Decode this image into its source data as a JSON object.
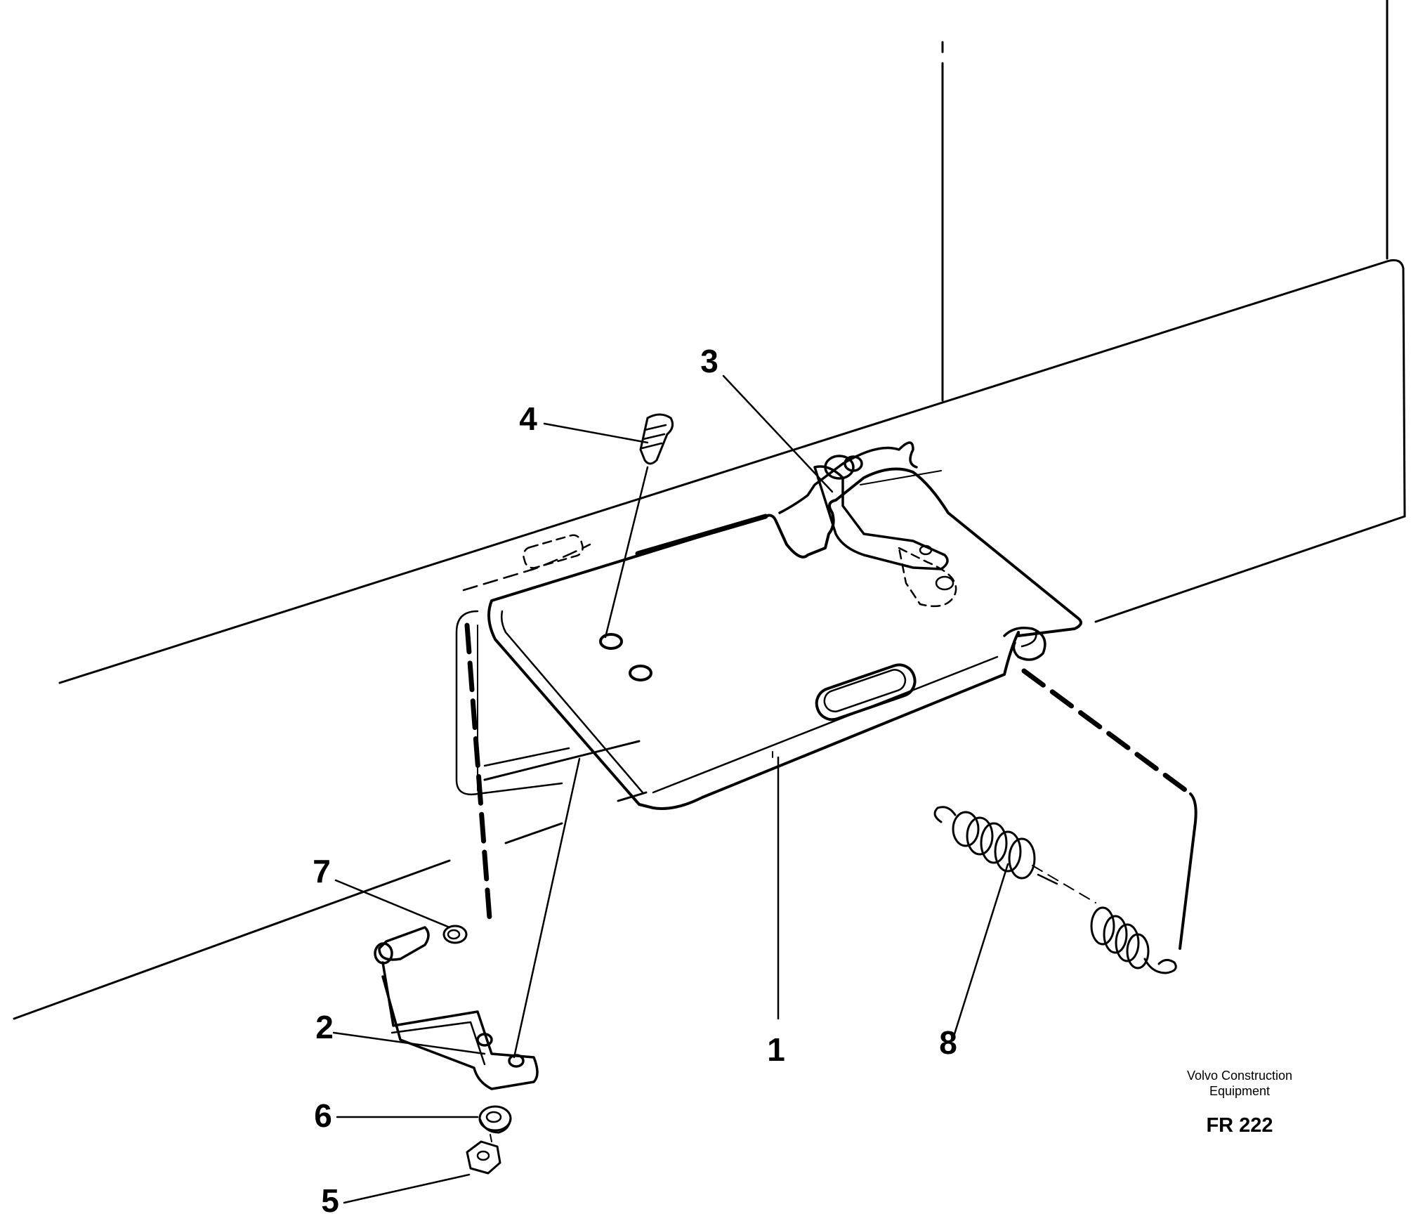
{
  "diagram": {
    "labels": [
      {
        "id": "1",
        "text": "1"
      },
      {
        "id": "2",
        "text": "2"
      },
      {
        "id": "3",
        "text": "3"
      },
      {
        "id": "4",
        "text": "4"
      },
      {
        "id": "5",
        "text": "5"
      },
      {
        "id": "6",
        "text": "6"
      },
      {
        "id": "7",
        "text": "7"
      },
      {
        "id": "8",
        "text": "8"
      }
    ],
    "credit": {
      "line1": "Volvo Construction",
      "line2": "Equipment",
      "code": "FR 222"
    }
  }
}
